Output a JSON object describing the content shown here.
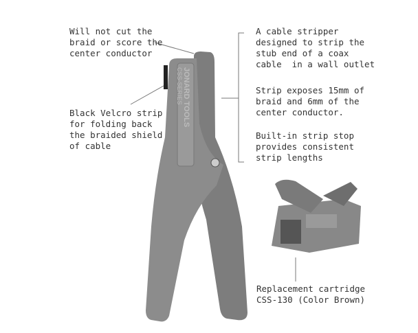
{
  "callouts": {
    "no_cut": "Will not cut the\nbraid or score the\ncenter conductor",
    "velcro": "Black Velcro strip\nfor folding back\nthe braided shield\nof cable",
    "purpose": "A cable stripper\ndesigned to strip the\nstub end of a coax\ncable  in a wall outlet",
    "exposes": "Strip exposes 15mm of\nbraid and 6mm of the\ncenter conductor.",
    "strip_stop": "Built-in strip stop\nprovides consistent\nstrip lengths",
    "cartridge": "Replacement cartridge\nCSS-130 (Color Brown)"
  },
  "tool_logo": {
    "brand": "JONARD TOOLS",
    "series": "CSS-SERIES"
  },
  "colors": {
    "tool": "#8c8c8c",
    "line": "#777777"
  }
}
